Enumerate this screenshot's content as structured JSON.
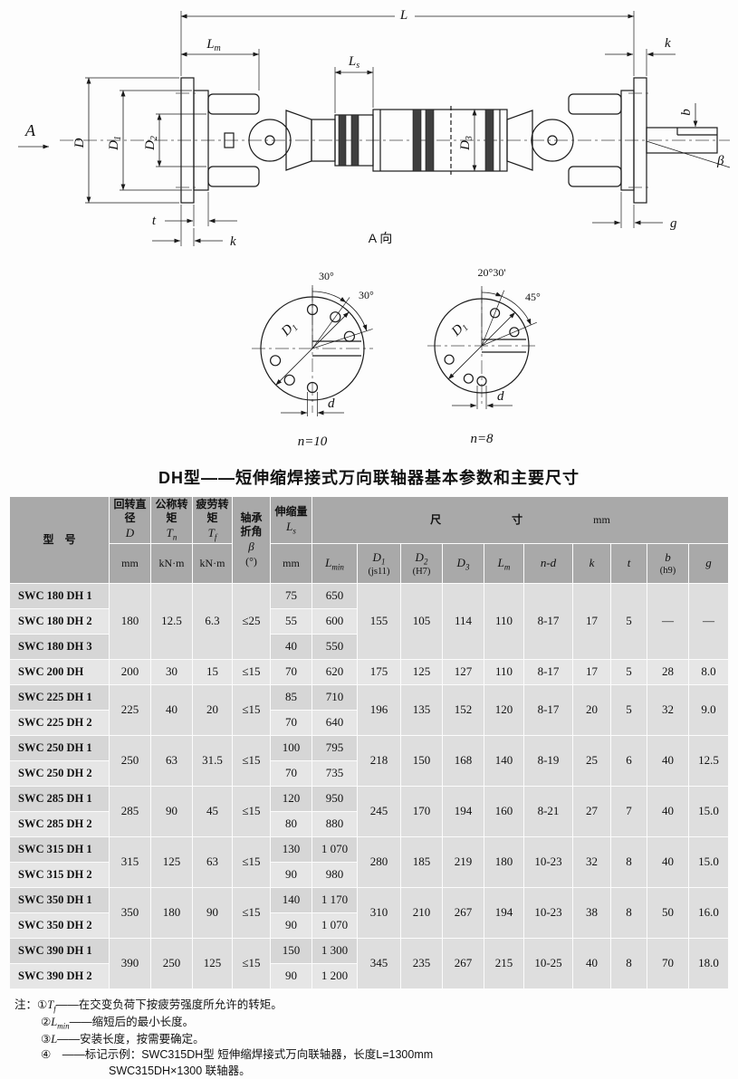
{
  "title": "DH型——短伸缩焊接式万向联轴器基本参数和主要尺寸",
  "drawing": {
    "dim": {
      "L": {
        "sym": "L"
      },
      "Lm": {
        "sym": "L",
        "sub": "m"
      },
      "Ls": {
        "sym": "L",
        "sub": "s"
      },
      "k_top": {
        "sym": "k"
      },
      "view_arrow": {
        "sym": "A"
      },
      "D": {
        "sym": "D"
      },
      "D1": {
        "sym": "D",
        "sub": "1"
      },
      "D2": {
        "sym": "D",
        "sub": "2"
      },
      "D3": {
        "sym": "D",
        "sub": "3"
      },
      "b": {
        "sym": "b"
      },
      "beta": {
        "sym": "β"
      },
      "t": {
        "sym": "t"
      },
      "k_bottom": {
        "sym": "k"
      },
      "g": {
        "sym": "g"
      },
      "a_view": {
        "label": "A 向"
      }
    },
    "views": {
      "left": {
        "angle_a": "30°",
        "angle_b": "30°",
        "dia_sym": "D",
        "dia_sub": "1",
        "hole": "d",
        "count": "n=10"
      },
      "right": {
        "angle_a": "20°30'",
        "angle_b": "45°",
        "dia_sym": "D",
        "dia_sub": "1",
        "hole": "d",
        "count": "n=8"
      }
    }
  },
  "table": {
    "header": {
      "model": "型　号",
      "col_d": {
        "line1": "回转直径",
        "sym": "D",
        "unit": "mm"
      },
      "col_tn": {
        "line1": "公称转矩",
        "sym": "T",
        "sub": "n",
        "unit": "kN·m"
      },
      "col_tf": {
        "line1": "疲劳转矩",
        "sym": "T",
        "sub": "f",
        "unit": "kN·m"
      },
      "col_beta": {
        "line1": "轴承",
        "line2": "折角",
        "sym": "β",
        "unit": "(°)"
      },
      "col_ls": {
        "line1": "伸缩量",
        "sym": "L",
        "sub": "s",
        "unit": "mm"
      },
      "size_group": {
        "c1": "尺",
        "c2": "寸",
        "unit": "mm"
      },
      "sub_cols": [
        {
          "sym": "L",
          "sub": "min"
        },
        {
          "sym": "D",
          "sub": "1",
          "note": "(js11)"
        },
        {
          "sym": "D",
          "sub": "2",
          "note": "(H7)"
        },
        {
          "sym": "D",
          "sub": "3"
        },
        {
          "sym": "L",
          "sub": "m"
        },
        {
          "sym": "n-d"
        },
        {
          "sym": "k"
        },
        {
          "sym": "t"
        },
        {
          "sym": "b",
          "note": "(h9)"
        },
        {
          "sym": "g"
        }
      ]
    },
    "groups": [
      {
        "models": [
          "SWC 180 DH 1",
          "SWC 180 DH 2",
          "SWC 180 DH 3"
        ],
        "D": "180",
        "Tn": "12.5",
        "Tf": "6.3",
        "beta": "≤25",
        "rows": [
          {
            "ls": "75",
            "lmin": "650"
          },
          {
            "ls": "55",
            "lmin": "600"
          },
          {
            "ls": "40",
            "lmin": "550"
          }
        ],
        "D1": "155",
        "D2": "105",
        "D3": "114",
        "Lm": "110",
        "nd": "8-17",
        "k": "17",
        "t": "5",
        "b": "—",
        "g": "—"
      },
      {
        "models": [
          "SWC 200 DH"
        ],
        "D": "200",
        "Tn": "30",
        "Tf": "15",
        "beta": "≤15",
        "rows": [
          {
            "ls": "70",
            "lmin": "620"
          }
        ],
        "D1": "175",
        "D2": "125",
        "D3": "127",
        "Lm": "110",
        "nd": "8-17",
        "k": "17",
        "t": "5",
        "b": "28",
        "g": "8.0"
      },
      {
        "models": [
          "SWC 225 DH 1",
          "SWC 225 DH 2"
        ],
        "D": "225",
        "Tn": "40",
        "Tf": "20",
        "beta": "≤15",
        "rows": [
          {
            "ls": "85",
            "lmin": "710"
          },
          {
            "ls": "70",
            "lmin": "640"
          }
        ],
        "D1": "196",
        "D2": "135",
        "D3": "152",
        "Lm": "120",
        "nd": "8-17",
        "k": "20",
        "t": "5",
        "b": "32",
        "g": "9.0"
      },
      {
        "models": [
          "SWC 250 DH 1",
          "SWC 250 DH 2"
        ],
        "D": "250",
        "Tn": "63",
        "Tf": "31.5",
        "beta": "≤15",
        "rows": [
          {
            "ls": "100",
            "lmin": "795"
          },
          {
            "ls": "70",
            "lmin": "735"
          }
        ],
        "D1": "218",
        "D2": "150",
        "D3": "168",
        "Lm": "140",
        "nd": "8-19",
        "k": "25",
        "t": "6",
        "b": "40",
        "g": "12.5"
      },
      {
        "models": [
          "SWC 285 DH 1",
          "SWC 285 DH 2"
        ],
        "D": "285",
        "Tn": "90",
        "Tf": "45",
        "beta": "≤15",
        "rows": [
          {
            "ls": "120",
            "lmin": "950"
          },
          {
            "ls": "80",
            "lmin": "880"
          }
        ],
        "D1": "245",
        "D2": "170",
        "D3": "194",
        "Lm": "160",
        "nd": "8-21",
        "k": "27",
        "t": "7",
        "b": "40",
        "g": "15.0"
      },
      {
        "models": [
          "SWC 315 DH 1",
          "SWC 315 DH 2"
        ],
        "D": "315",
        "Tn": "125",
        "Tf": "63",
        "beta": "≤15",
        "rows": [
          {
            "ls": "130",
            "lmin": "1 070"
          },
          {
            "ls": "90",
            "lmin": "980"
          }
        ],
        "D1": "280",
        "D2": "185",
        "D3": "219",
        "Lm": "180",
        "nd": "10-23",
        "k": "32",
        "t": "8",
        "b": "40",
        "g": "15.0"
      },
      {
        "models": [
          "SWC 350 DH 1",
          "SWC 350 DH 2"
        ],
        "D": "350",
        "Tn": "180",
        "Tf": "90",
        "beta": "≤15",
        "rows": [
          {
            "ls": "140",
            "lmin": "1 170"
          },
          {
            "ls": "90",
            "lmin": "1 070"
          }
        ],
        "D1": "310",
        "D2": "210",
        "D3": "267",
        "Lm": "194",
        "nd": "10-23",
        "k": "38",
        "t": "8",
        "b": "50",
        "g": "16.0"
      },
      {
        "models": [
          "SWC 390 DH 1",
          "SWC 390 DH 2"
        ],
        "D": "390",
        "Tn": "250",
        "Tf": "125",
        "beta": "≤15",
        "rows": [
          {
            "ls": "150",
            "lmin": "1 300"
          },
          {
            "ls": "90",
            "lmin": "1 200"
          }
        ],
        "D1": "345",
        "D2": "235",
        "D3": "267",
        "Lm": "215",
        "nd": "10-25",
        "k": "40",
        "t": "8",
        "b": "70",
        "g": "18.0"
      }
    ]
  },
  "notes": {
    "prefix": "注：",
    "items": [
      {
        "num": "①",
        "sym": "T",
        "sub": "f",
        "rest": "——在交变负荷下按疲劳强度所允许的转矩。"
      },
      {
        "num": "②",
        "sym": "L",
        "sub": "min",
        "rest": "——缩短后的最小长度。"
      },
      {
        "num": "③",
        "sym": "L",
        "sub": "",
        "rest": "——安装长度，按需要确定。"
      },
      {
        "num": "④",
        "sym": "",
        "sub": "",
        "rest": "　——标记示例：SWC315DH型 短伸缩焊接式万向联轴器，长度L=1300mm"
      },
      {
        "num": "",
        "sym": "",
        "sub": "",
        "rest": "SWC315DH×1300 联轴器。"
      }
    ]
  }
}
